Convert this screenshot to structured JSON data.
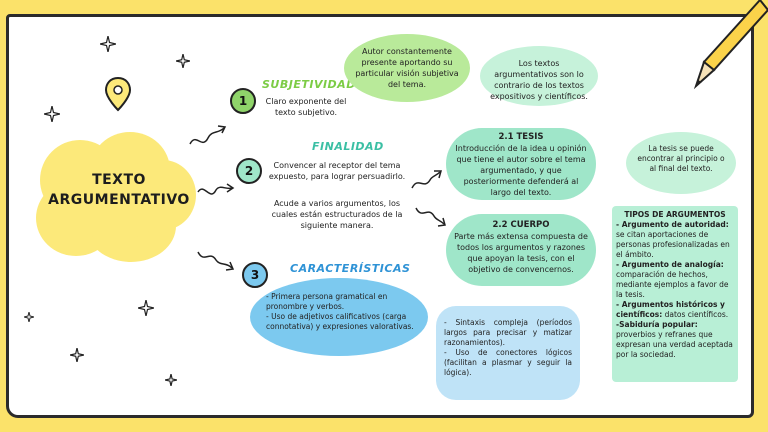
{
  "main_title": [
    "TEXTO",
    "ARGUMENTATIVO"
  ],
  "sections": [
    {
      "number": "1",
      "heading": "SUBJETIVIDAD",
      "text": "Claro exponente del texto subjetivo."
    },
    {
      "number": "2",
      "heading": "FINALIDAD",
      "text": "Convencer al receptor del tema expuesto, para lograr persuadirlo.",
      "text2": "Acude a varios argumentos, los cuales están estructurados de la siguiente manera."
    },
    {
      "number": "3",
      "heading": "CARACTERÍSTICAS",
      "text": "- Primera persona gramatical en pronombre y verbos.\n- Uso de adjetivos calificativos (carga connotativa) y expresiones valorativas."
    }
  ],
  "bubble_author": "Autor constantemente presente aportando su particular visión subjetiva del tema.",
  "bubble_contrary": "Los textos argumentativos son lo contrario de los textos expositivos y científicos.",
  "tesis": {
    "title": "2.1 TESIS",
    "text": "Introducción de la idea u opinión que tiene el autor sobre el tema argumentado, y que posteriormente defenderá al largo del texto."
  },
  "tesis_note": "La tesis se puede encontrar al principio o al final del texto.",
  "cuerpo": {
    "title": "2.2 CUERPO",
    "text": "Parte más extensa compuesta de todos los argumentos y razones que apoyan la tesis, con el objetivo de convencernos."
  },
  "sintaxis": "- Sintaxis compleja (períodos largos para precisar y matizar razonamientos).\n- Uso de conectores lógicos (facilitan a plasmar y seguir la lógica).",
  "tipos": {
    "title": "TIPOS DE ARGUMENTOS",
    "items": [
      {
        "label": "- Argumento de autoridad:",
        "text": " se citan aportaciones de personas profesionalizadas en el ámbito."
      },
      {
        "label": "- Argumento de analogía:",
        "text": " comparación de hechos, mediante ejemplos a favor de la tesis."
      },
      {
        "label": "- Argumentos históricos y científicos:",
        "text": " datos científicos."
      },
      {
        "label": "-Sabiduría popular:",
        "text": " proverbios y refranes que expresan una verdad aceptada por la sociedad."
      }
    ]
  },
  "colors": {
    "yellow": "#fce97a",
    "green_light": "#b9ea9a",
    "green_num": "#8fd46a",
    "teal": "#9fe6c9",
    "mint": "#c6f2da",
    "blue": "#7cc9ef",
    "blue_light": "#bfe3f7",
    "heading_green": "#7ccc45",
    "heading_teal": "#3bbfa4",
    "heading_blue": "#2f93d6"
  }
}
